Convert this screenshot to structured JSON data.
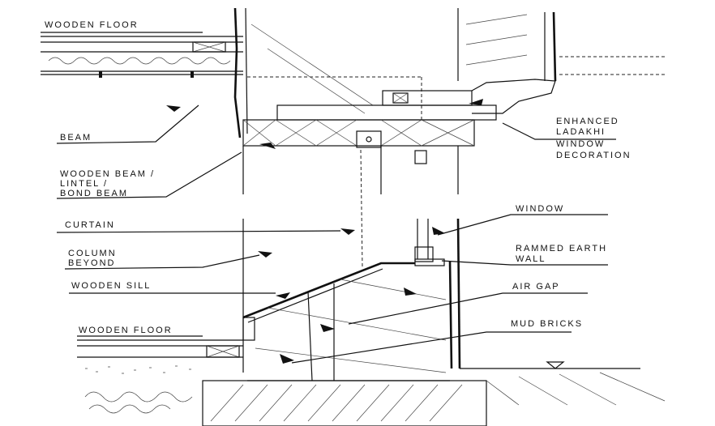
{
  "title": "Wall section sketch - Ladakhi window",
  "labels": {
    "wooden_floor_top": "WOODEN FLOOR",
    "beam": "BEAM",
    "wooden_beam": [
      "WOODEN BEAM /",
      "LINTEL /",
      "BOND BEAM"
    ],
    "curtain": "CURTAIN",
    "column_beyond": [
      "COLUMN",
      "BEYOND"
    ],
    "wooden_sill": "WOODEN SILL",
    "wooden_floor_bottom": "WOODEN FLOOR",
    "window_decoration": [
      "ENHANCED",
      "LADAKHI",
      "WINDOW",
      "DECORATION"
    ],
    "window": "WINDOW",
    "rammed_earth_wall": [
      "RAMMED EARTH",
      "WALL"
    ],
    "air_gap": "AIR GAP",
    "mud_bricks": "MUD BRICKS"
  }
}
